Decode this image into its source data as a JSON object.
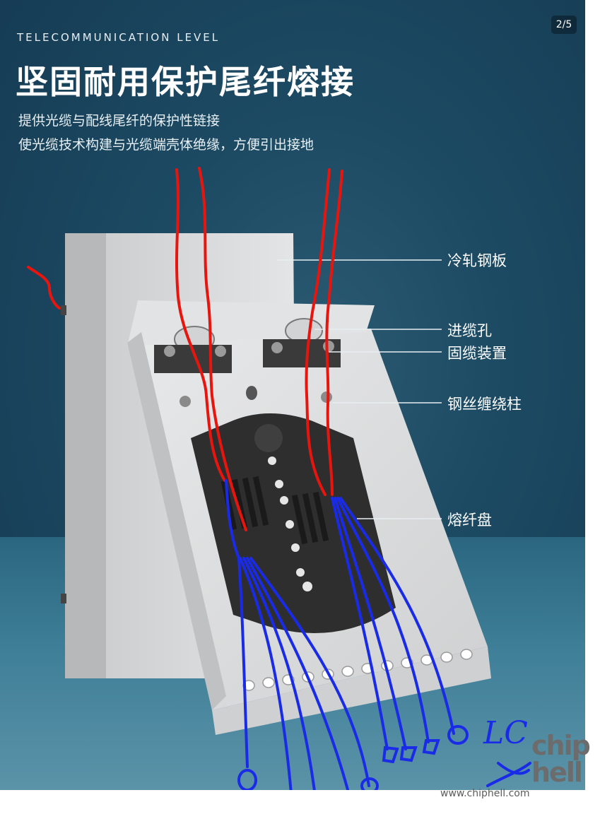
{
  "viewer": {
    "counter": "2/5"
  },
  "header": {
    "kicker": "TELECOMMUNICATION LEVEL",
    "title": "坚固耐用保护尾纤熔接",
    "desc_line1": "提供光缆与配线尾纤的保护性链接",
    "desc_line2": "使光缆技术构建与光缆端壳体绝缘，方便引出接地"
  },
  "callouts": {
    "steel_plate": "冷轧钢板",
    "cable_entry": "进缆孔",
    "cable_fixing": "固缆装置",
    "wire_post": "钢丝缠绕柱",
    "splice_tray": "熔纤盘"
  },
  "annotation": {
    "handwritten_label": "LC"
  },
  "watermark": {
    "site": "www.chiphell.com",
    "logo_line1": "chip",
    "logo_line2": "hell"
  },
  "colors": {
    "background": "#1d4a63",
    "red_ink": "#e8150f",
    "blue_ink": "#1a2be8",
    "panel": "#d9dadb"
  }
}
